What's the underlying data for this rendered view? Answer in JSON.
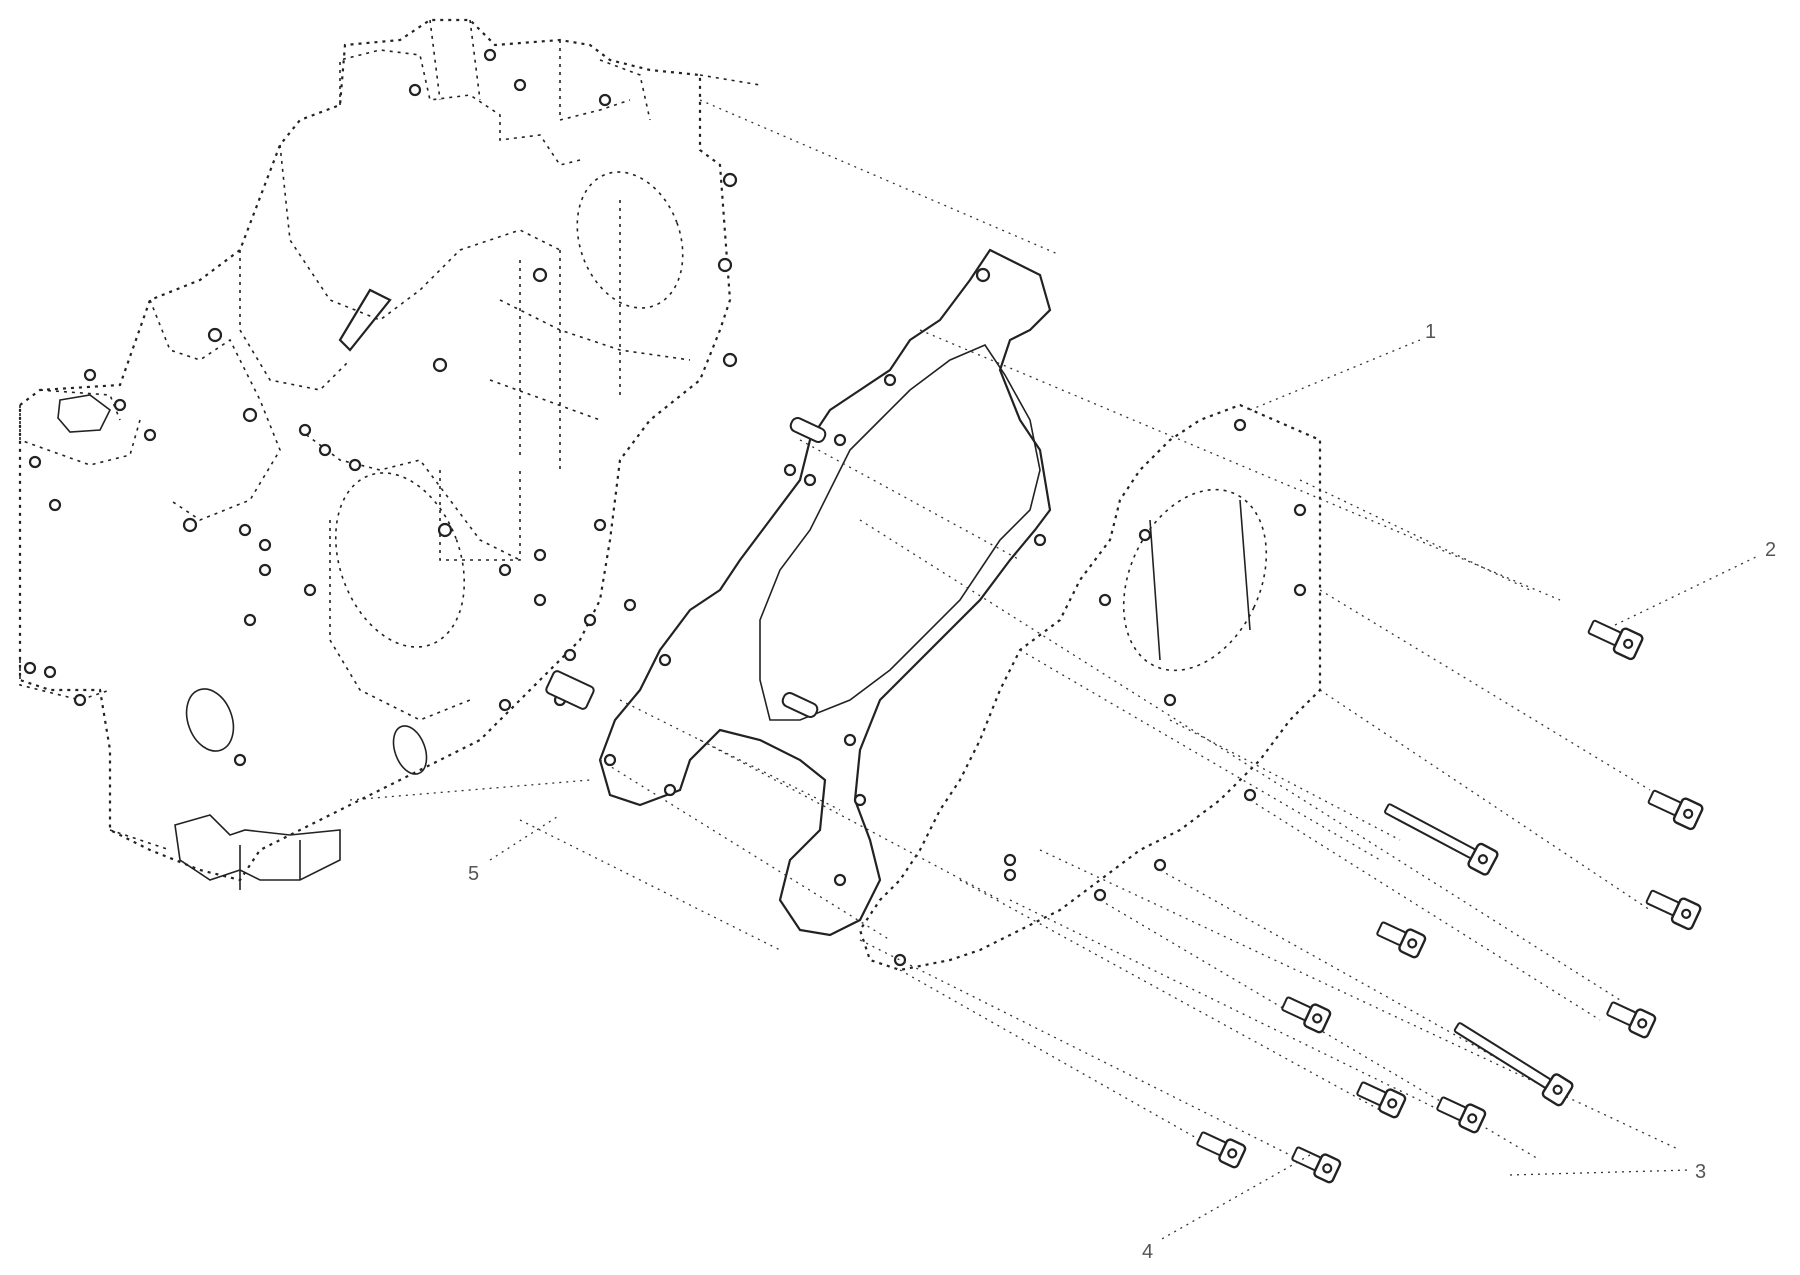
{
  "diagram": {
    "callouts": [
      {
        "id": "1",
        "label": "1"
      },
      {
        "id": "2",
        "label": "2"
      },
      {
        "id": "3",
        "label": "3"
      },
      {
        "id": "4",
        "label": "4"
      },
      {
        "id": "5",
        "label": "5"
      }
    ],
    "colors": {
      "ink": "#222222",
      "background": "#ffffff"
    }
  }
}
